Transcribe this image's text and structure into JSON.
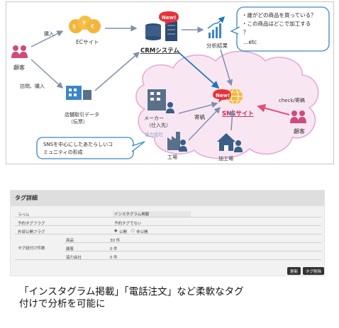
{
  "diagram": {
    "customer_left": "顧客",
    "purchase": "購入",
    "visit_purchase": "訪問、購入",
    "ec_site": "ECサイト",
    "store_data_line1": "店舗取引データ",
    "store_data_line2": "（伝票）",
    "crm_system": "CRMシステム",
    "new_badge": "New!",
    "analysis_result": "分析結果",
    "bubble_lines": [
      "・誰がどの商品を買っている？",
      "・この商品はどこで加工する",
      "？",
      "…etc"
    ],
    "sns_site": "SNSサイト",
    "check_contribute": "check/寄稿",
    "customer_right": "顧客",
    "maker_line1": "メーカー",
    "maker_line2": "（仕入先）",
    "contribute": "寄稿",
    "partner": "協力会社",
    "factory": "工場",
    "processing_plant": "加工場",
    "community_line1": "SNSを中心にしたあたらしいコ",
    "community_line2": "ミュニティの形成",
    "colors": {
      "arrow": "#7f8fae",
      "accent": "#e8506b",
      "cloud_fill": "#f8e7f3",
      "cloud_stroke": "#e7a6d2",
      "icon_blue": "#3a5e87"
    }
  },
  "screen": {
    "title": "タグ詳細",
    "label_key": "ラベル",
    "label_value": "インスタグラム掲載",
    "reserved_key": "予約タグフラグ",
    "reserved_value": "予約タグでない",
    "public_key": "外部公開フラグ",
    "public_on": "公開",
    "public_off": "非公開",
    "count_key": "タグ紐付け件数",
    "rows": [
      {
        "name": "商品",
        "value": "30 件"
      },
      {
        "name": "顧客",
        "value": "0 件"
      },
      {
        "name": "協力会社",
        "value": "0 件"
      }
    ],
    "update_btn": "更新",
    "delete_btn": "タグ削除"
  },
  "caption": {
    "line1": "「インスタグラム掲載」「電話注文」など柔軟なタグ",
    "line2": "付けで分析を可能に"
  }
}
